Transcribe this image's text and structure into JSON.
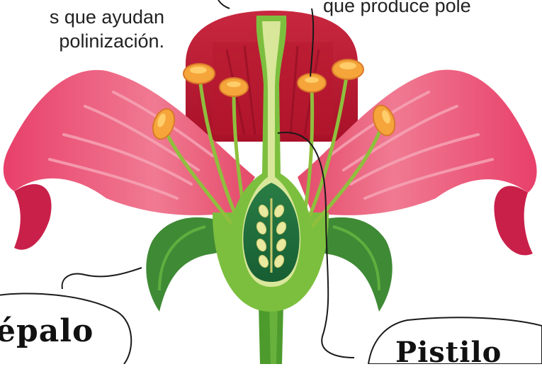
{
  "captions": {
    "stamen_desc": "que produce pole",
    "petal_desc_line1": "s que ayudan",
    "petal_desc_line2": "polinización."
  },
  "labels": {
    "sepal": "épalo",
    "pistil": "Pistilo"
  },
  "colors": {
    "petal": "#e03f61",
    "petal_dark": "#c21e3f",
    "back_petal": "#d21f38",
    "sepal": "#3f8a35",
    "stem": "#4d9b2c",
    "pistil_style": "#d8e79a",
    "ovary": "#1e6e3e",
    "ovule": "#e9e9a0",
    "anther": "#f5a53a",
    "filament": "#8fbf3d"
  }
}
